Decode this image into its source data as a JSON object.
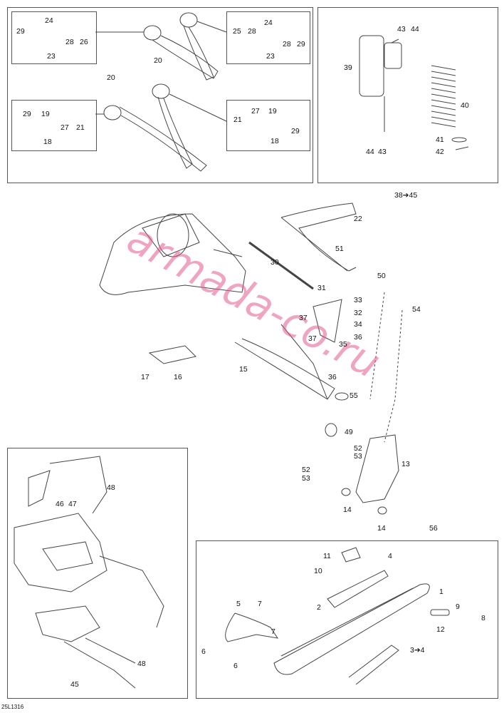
{
  "diagram": {
    "watermark": "armada-co.ru",
    "drawing_code": "25L1316",
    "callouts": {
      "c24a": "24",
      "c29a": "29",
      "c28a": "28",
      "c26": "26",
      "c23a": "23",
      "c24b": "24",
      "c25": "25",
      "c28b": "28",
      "c29b": "29",
      "c23b": "23",
      "c20a": "20",
      "c20b": "20",
      "c29c": "29",
      "c19a": "19",
      "c27a": "27",
      "c21a": "21",
      "c18a": "18",
      "c27b": "27",
      "c19b": "19",
      "c21b": "21",
      "c29d": "29",
      "c18b": "18",
      "c43a": "43",
      "c44a": "44",
      "c39": "39",
      "c40": "40",
      "c41": "41",
      "c42": "42",
      "c44b": "44",
      "c43b": "43",
      "c38r": "38➔45",
      "c22": "22",
      "c51": "51",
      "c30": "30",
      "c50": "50",
      "c31": "31",
      "c33": "33",
      "c54": "54",
      "c37a": "37",
      "c32": "32",
      "c34": "34",
      "c37b": "37",
      "c36a": "36",
      "c35": "35",
      "c16": "16",
      "c17": "17",
      "c15": "15",
      "c36b": "36",
      "c55": "55",
      "c49": "49",
      "c52a": "52",
      "c53a": "53",
      "c13": "13",
      "c52b": "52",
      "c53b": "53",
      "c14a": "14",
      "c14b": "14",
      "c48a": "48",
      "c46": "46",
      "c47": "47",
      "c45": "45",
      "c48b": "48",
      "c56": "56",
      "c11": "11",
      "c4": "4",
      "c10": "10",
      "c1": "1",
      "c2": "2",
      "c5": "5",
      "c7a": "7",
      "c9": "9",
      "c8": "8",
      "c12": "12",
      "c7b": "7",
      "c6a": "6",
      "c6b": "6",
      "c3r": "3➔4"
    }
  }
}
